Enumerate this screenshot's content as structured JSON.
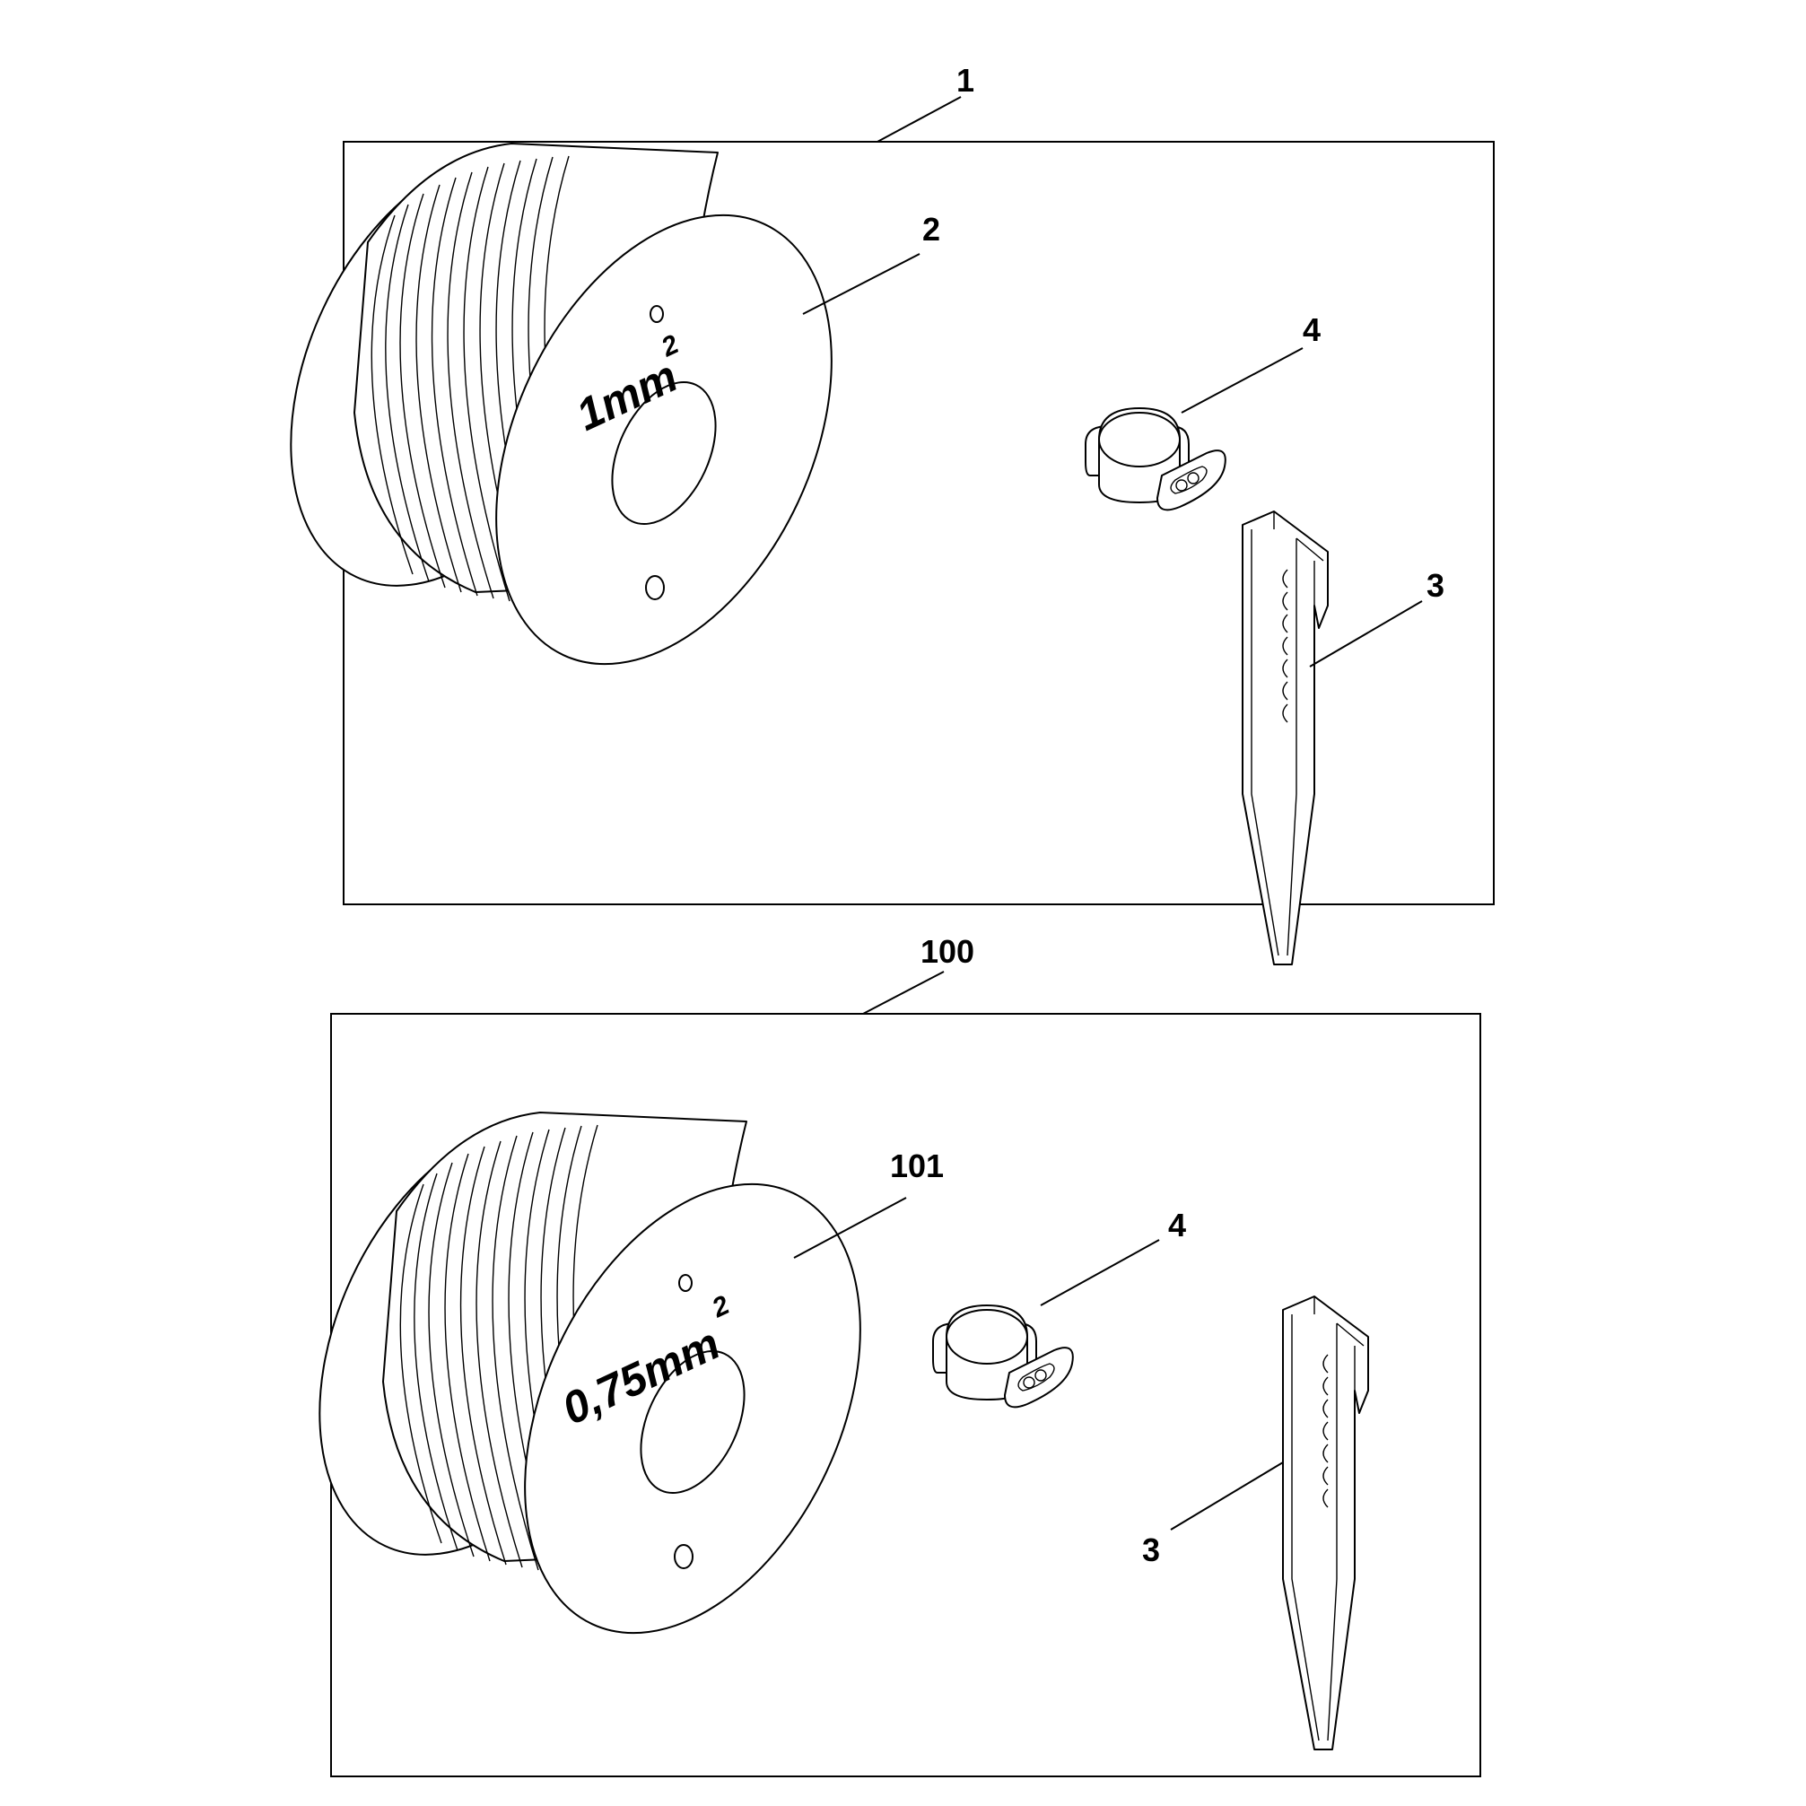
{
  "kits": [
    {
      "callout": "1",
      "spool": {
        "callout": "2",
        "label": "1mm",
        "label_sup": "2"
      },
      "connector": {
        "callout": "4"
      },
      "peg": {
        "callout": "3"
      }
    },
    {
      "callout": "100",
      "spool": {
        "callout": "101",
        "label": "0,75mm",
        "label_sup": "2"
      },
      "connector": {
        "callout": "4"
      },
      "peg": {
        "callout": "3"
      }
    }
  ],
  "colors": {
    "line": "#000000",
    "background": "#ffffff"
  }
}
